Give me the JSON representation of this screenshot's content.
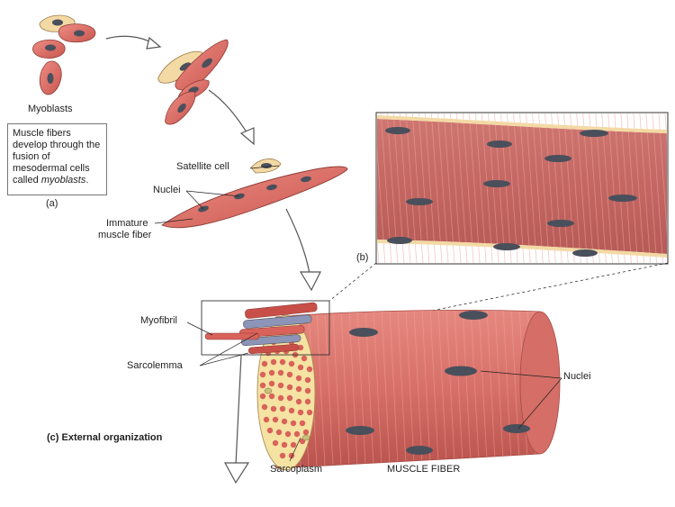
{
  "labels": {
    "myoblasts": "Myoblasts",
    "caption_text": "Muscle fibers develop through the fusion of mesodermal cells called",
    "caption_italic": "myoblasts",
    "caption_end": ".",
    "panel_a": "(a)",
    "satellite_cell": "Satellite cell",
    "nuclei_a": "Nuclei",
    "immature_line1": "Immature",
    "immature_line2": "muscle fiber",
    "panel_b": "(b)",
    "myofibril": "Myofibril",
    "sarcolemma": "Sarcolemma",
    "nuclei_c": "Nuclei",
    "panel_c": "(c) External organization",
    "sarcoplasm": "Sarcoplasm",
    "muscle_fiber": "MUSCLE FIBER"
  },
  "colors": {
    "muscle": "#d9726a",
    "muscle_dark": "#b84f4a",
    "nucleus": "#4a4f5c",
    "satellite": "#f3d9a4",
    "sarcoplasm": "#f5e3a3",
    "myofibril_dot": "#d9625a"
  }
}
